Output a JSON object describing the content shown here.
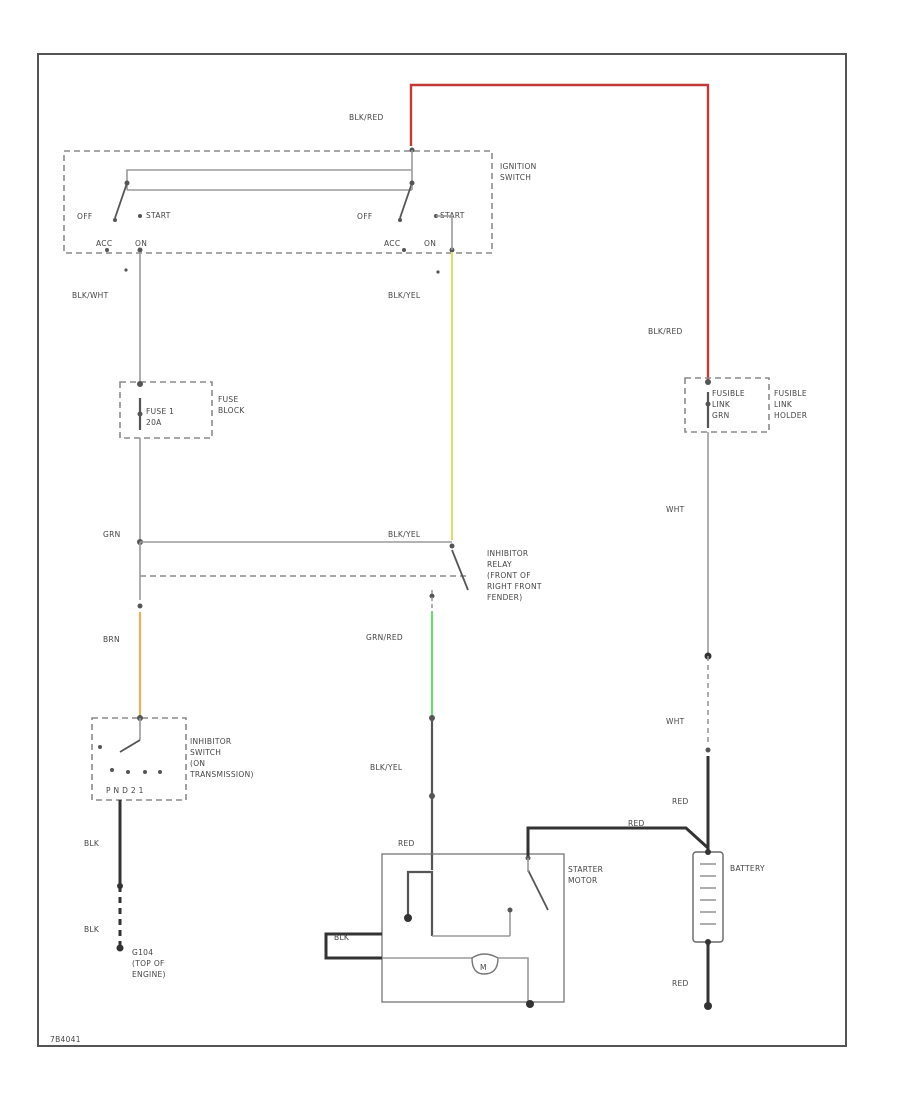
{
  "labels": {
    "blk_red_top": "BLK/RED",
    "ignition_switch": [
      "IGNITION",
      "SWITCH"
    ],
    "off_left": "OFF",
    "start_left": "START",
    "acc_left": "ACC",
    "on_left": "ON",
    "off_right": "OFF",
    "start_right": "START",
    "acc_right": "ACC",
    "on_right": "ON",
    "blk_wht": "BLK/WHT",
    "blk_yel_1": "BLK/YEL",
    "blk_red_right": "BLK/RED",
    "fuse_block": [
      "FUSE",
      "BLOCK"
    ],
    "fuse_num": [
      "FUSE 1",
      "20A"
    ],
    "fusible_link_holder": [
      "FUSIBLE",
      "LINK",
      "HOLDER"
    ],
    "fusible_link": [
      "FUSIBLE",
      "LINK",
      "GRN"
    ],
    "wht_1": "WHT",
    "grn": "GRN",
    "blk_yel_2": "BLK/YEL",
    "inhibitor_relay": [
      "INHIBITOR",
      "RELAY",
      "(FRONT OF",
      "RIGHT FRONT",
      "FENDER)"
    ],
    "brn": "BRN",
    "grn_red": "GRN/RED",
    "wht_2": "WHT",
    "inhibitor_switch": [
      "INHIBITOR",
      "SWITCH",
      "(ON",
      "TRANSMISSION)"
    ],
    "switch_positions": "P  N  D  2  1",
    "blk_yel_3": "BLK/YEL",
    "red_1": "RED",
    "red_2": "RED",
    "blk_1": "BLK",
    "blk_2": "BLK",
    "starter_motor": [
      "STARTER",
      "MOTOR"
    ],
    "battery": "BATTERY",
    "red_bottom": "RED",
    "ground": [
      "G104",
      "(TOP OF",
      "ENGINE)"
    ],
    "motor_symbol": "M",
    "blk_small": "BLK",
    "diagram_id": "7B4041"
  },
  "colors": {
    "red_wire": "#c23a3a",
    "yellow_wire": "#dede6a",
    "orange_wire": "#e3b15a",
    "green_wire": "#6fd86f",
    "grey_wire": "#9a9a9a",
    "black_wire": "#333333"
  }
}
